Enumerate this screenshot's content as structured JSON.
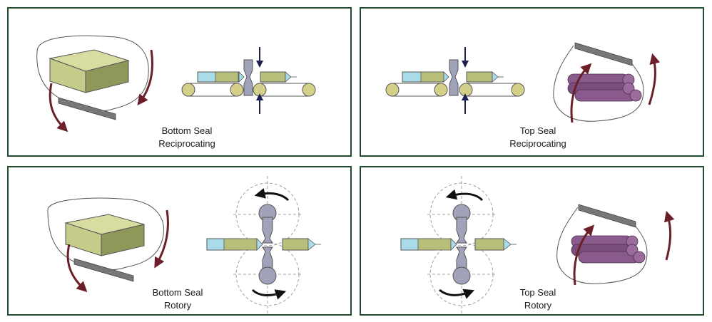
{
  "colors": {
    "panel_border": "#1f4d2e",
    "product_block": "#c5cc8a",
    "product_rolls": "#8a5a8c",
    "sealer": "#9fa2b8",
    "film_tube": "#a9dbe8",
    "roller": "#d4d08a",
    "arrow_dark": "#6b1f28",
    "pressure_arrow": "#1e2150"
  },
  "panels": [
    {
      "id": "bottom-seal-reciprocating",
      "line1": "Bottom Seal",
      "line2": "Reciprocating"
    },
    {
      "id": "top-seal-reciprocating",
      "line1": "Top Seal",
      "line2": "Reciprocating"
    },
    {
      "id": "bottom-seal-rotory",
      "line1": "Bottom Seal",
      "line2": "Rotory"
    },
    {
      "id": "top-seal-rotory",
      "line1": "Top Seal",
      "line2": "Rotory"
    }
  ]
}
